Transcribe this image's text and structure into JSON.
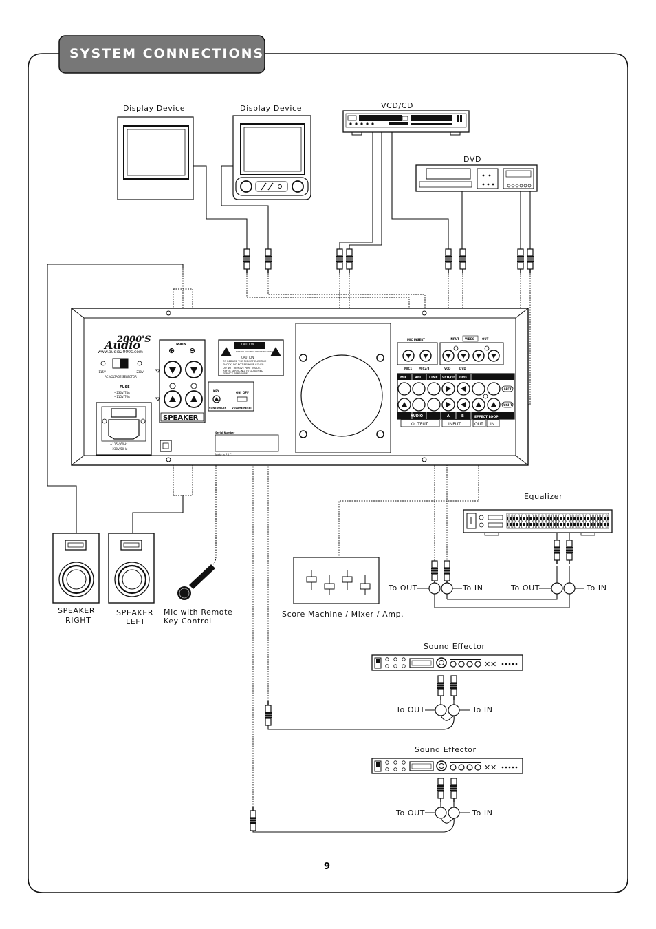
{
  "title": "SYSTEM CONNECTIONS",
  "page_number": "9",
  "devices": {
    "display_device_1": "Display Device",
    "display_device_2": "Display Device",
    "vcd_cd": "VCD/CD",
    "dvd": "DVD",
    "equalizer": "Equalizer",
    "score_machine": "Score Machine / Mixer / Amp.",
    "sound_effector_1": "Sound Effector",
    "sound_effector_2": "Sound Effector",
    "speaker_right_line1": "SPEAKER",
    "speaker_right_line2": "RIGHT",
    "speaker_left_line1": "SPEAKER",
    "speaker_left_line2": "LEFT",
    "mic_line1": "Mic with Remote",
    "mic_line2": "Key Control"
  },
  "connection_labels": {
    "eq_to_out_a": "To OUT",
    "eq_to_in_a": "To IN",
    "eq_to_out_b": "To OUT",
    "eq_to_in_b": "To IN",
    "fx1_to_out": "To OUT",
    "fx1_to_in": "To IN",
    "fx2_to_out": "To OUT",
    "fx2_to_in": "To IN"
  },
  "amp_panel": {
    "brand_top": "2000'S",
    "brand_bottom": "Audio",
    "website": "www.audio2000s.com",
    "voltage_115": "~115V",
    "voltage_230": "~230V",
    "voltage_selector": "AC VOLTAGE SELECTOR",
    "fuse": "FUSE",
    "fuse_230": "~230V/T4A",
    "fuse_115": "~115V/T6A",
    "power_115": "~115V/60Hz",
    "power_230": "~230V/50Hz",
    "main": "MAIN",
    "speaker": "SPEAKER",
    "caution_header": "CAUTION",
    "caution_sub": "RISK OF ELECTRIC SHOCK DO NOT OPEN",
    "caution_title": "CAUTION",
    "caution_line1": "TO REDUCE THE RISK OF ELECTRIC",
    "caution_line2": "SHOCK, DO NOT REMOVE COVER.",
    "caution_line3": "DO NOT REMOVE PART INSIDE.",
    "caution_line4": "REFER SERVICING TO QUALIFIED",
    "caution_line5": "SERVICE PERSONNEL.",
    "key": "KEY",
    "controller": "CONTROLLER",
    "on": "ON",
    "off": "OFF",
    "volume_reset": "VOLUME RESET",
    "serial_number": "Serial Number",
    "made_in": "Made in P.R.C.",
    "mic_insert": "MIC INSERT",
    "input": "INPUT",
    "video": "VIDEO",
    "out": "OUT",
    "mic1": "MIC1",
    "mic23": "MIC2/3",
    "vcd": "VCD",
    "dvd_jack": "DVD",
    "tab_mic": "MIC",
    "tab_rec": "REC",
    "tab_line": "LINE",
    "tab_vcdcd": "VCD/CD",
    "tab_dvd": "DVD",
    "left": "LEFT",
    "right": "RIGHT",
    "audio": "AUDIO",
    "a": "A",
    "b": "B",
    "effect_loop": "EFFECT LOOP",
    "output": "OUTPUT",
    "input_lbl": "INPUT",
    "out_lbl": "OUT",
    "in_lbl": "IN"
  }
}
